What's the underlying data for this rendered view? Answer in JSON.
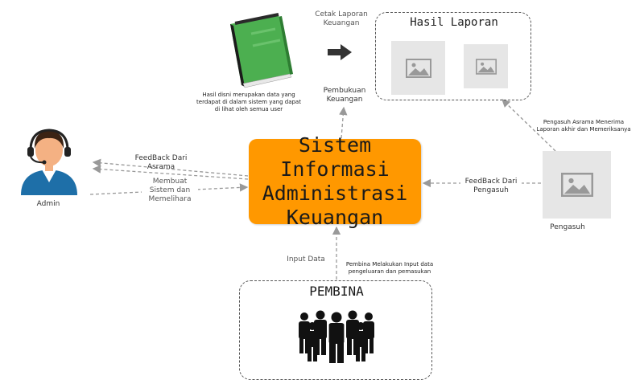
{
  "core": {
    "line1": "Sistem Informasi",
    "line2": "Administrasi",
    "line3": "Keuangan"
  },
  "book_caption": "Hasil disni merupakan data yang terdapat di dalam sistem yang dapat di lihat oleh semua user",
  "cetak_label": "Cetak Laporan Keuangan",
  "hasil_laporan": {
    "title": "Hasil Laporan"
  },
  "pembukuan_label": "Pembukuan Keuangan",
  "pengasuh_note": "Pengasuh Asrama Menerima Laporan akhir dan Memeriksanya",
  "pengasuh_name": "Pengasuh",
  "feedback_pengasuh": "FeedBack Dari Pengasuh",
  "admin_name": "Admin",
  "feedback_asrama": "FeedBack Dari Asrama",
  "membuat_label": "Membuat Sistem dan Memelihara",
  "input_data_label": "Input Data",
  "pembina_note": "Pembina Melakukan Input data pengeluaran dan pemasukan",
  "pembina_title": "PEMBINA",
  "colors": {
    "core": "#ff9800",
    "book": "#4caf50",
    "admin_shirt": "#1e6fa8",
    "arrow": "#999999"
  },
  "icons": [
    "book-icon",
    "arrow-right-icon",
    "image-placeholder-icon",
    "admin-avatar-icon",
    "people-group-icon"
  ]
}
